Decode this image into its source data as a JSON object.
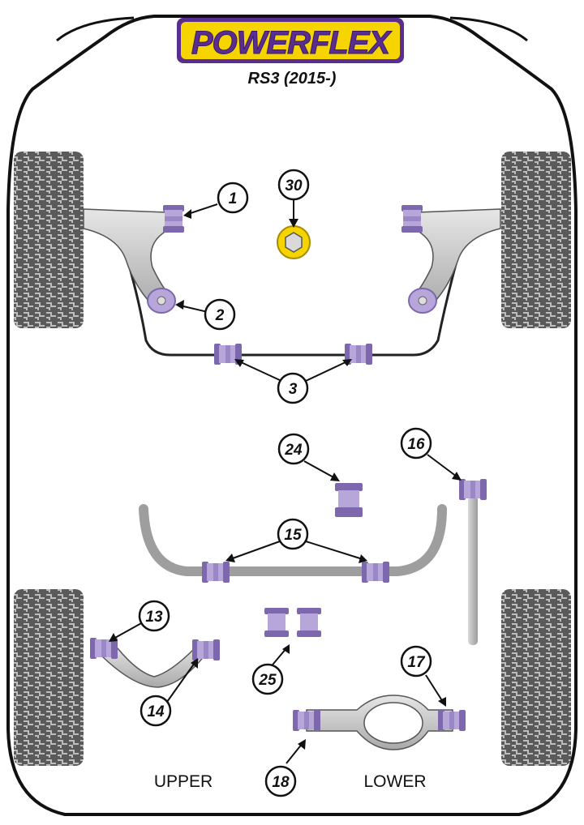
{
  "brand": {
    "name": "POWERFLEX",
    "model": "RS3 (2015-)"
  },
  "parts": [
    "1",
    "2",
    "3",
    "30",
    "24",
    "16",
    "15",
    "13",
    "14",
    "25",
    "17",
    "18"
  ],
  "sections": {
    "upper": "UPPER",
    "lower": "LOWER"
  },
  "colors": {
    "bush_purple": "#b7a6d9",
    "bush_dark": "#7d68ad",
    "metal_silver": "#cfcfcf",
    "logo_yellow": "#f5d400",
    "logo_purple": "#5a2d91",
    "tyre_grey": "#9a9a9a"
  }
}
